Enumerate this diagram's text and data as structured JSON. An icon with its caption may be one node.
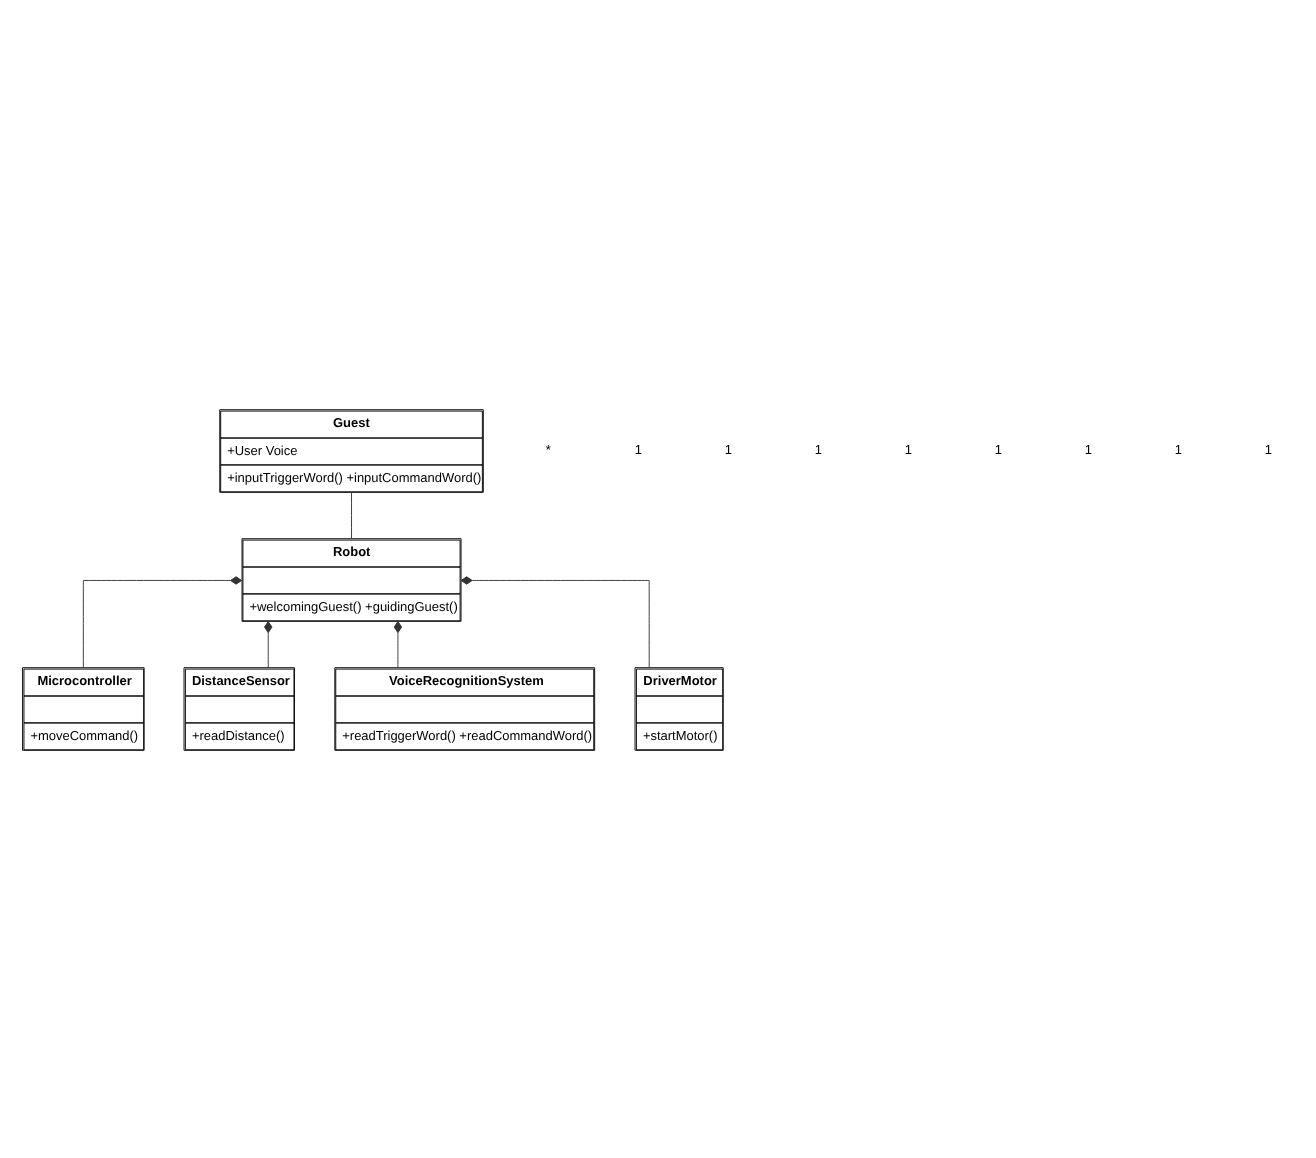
{
  "diagram": {
    "nodes": [
      {
        "text": [
          "Guest",
          "+User Voice",
          "+inputTriggerWord() +inputCommandWord()"
        ]
      },
      {
        "text": [
          "Robot",
          "+welcomingGuest() +guidingGuest()"
        ]
      },
      {
        "text": [
          "Microcontroller",
          "+moveCommand()"
        ]
      },
      {
        "text": [
          "DistanceSensor",
          "+readDistance()"
        ]
      },
      {
        "text": [
          "VoiceRecognitionSystem",
          "+readTriggerWord() +readCommandWord()"
        ]
      },
      {
        "text": [
          "DriverMotor",
          "+startMotor()"
        ]
      }
    ],
    "edges": [
      {
        "from": 0,
        "to": 1,
        "arrow": "none"
      },
      {
        "from": 1,
        "to": 4,
        "arrow": "other"
      },
      {
        "from": 1,
        "to": 2,
        "arrow": "other"
      },
      {
        "from": 1,
        "to": 3,
        "arrow": "other"
      },
      {
        "from": 1,
        "to": 5,
        "arrow": "other"
      }
    ],
    "labels": [
      "*",
      "1",
      "1",
      "1",
      "1",
      "1",
      "1",
      "1",
      "1"
    ]
  }
}
